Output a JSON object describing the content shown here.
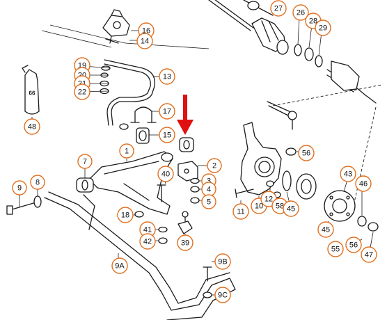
{
  "accent_color": "#e07020",
  "arrow_color": "#e01010",
  "bottle_label": "66",
  "callouts": [
    {
      "id": "16",
      "label": "16"
    },
    {
      "id": "14",
      "label": "14"
    },
    {
      "id": "27",
      "label": "27"
    },
    {
      "id": "26",
      "label": "26"
    },
    {
      "id": "28",
      "label": "28"
    },
    {
      "id": "29",
      "label": "29"
    },
    {
      "id": "19",
      "label": "19"
    },
    {
      "id": "20",
      "label": "20"
    },
    {
      "id": "21",
      "label": "21"
    },
    {
      "id": "22",
      "label": "22"
    },
    {
      "id": "13",
      "label": "13"
    },
    {
      "id": "17",
      "label": "17"
    },
    {
      "id": "15",
      "label": "15"
    },
    {
      "id": "48",
      "label": "48"
    },
    {
      "id": "1",
      "label": "1"
    },
    {
      "id": "7",
      "label": "7"
    },
    {
      "id": "2",
      "label": "2"
    },
    {
      "id": "3",
      "label": "3"
    },
    {
      "id": "4",
      "label": "4"
    },
    {
      "id": "5",
      "label": "5"
    },
    {
      "id": "40",
      "label": "40"
    },
    {
      "id": "9",
      "label": "9"
    },
    {
      "id": "8",
      "label": "8"
    },
    {
      "id": "18",
      "label": "18"
    },
    {
      "id": "41",
      "label": "41"
    },
    {
      "id": "42",
      "label": "42"
    },
    {
      "id": "39",
      "label": "39"
    },
    {
      "id": "9A",
      "label": "9A"
    },
    {
      "id": "9B",
      "label": "9B"
    },
    {
      "id": "9C",
      "label": "9C"
    },
    {
      "id": "56a",
      "label": "56"
    },
    {
      "id": "11",
      "label": "11"
    },
    {
      "id": "10",
      "label": "10"
    },
    {
      "id": "12",
      "label": "12"
    },
    {
      "id": "58",
      "label": "58"
    },
    {
      "id": "45a",
      "label": "45"
    },
    {
      "id": "43",
      "label": "43"
    },
    {
      "id": "46",
      "label": "46"
    },
    {
      "id": "45b",
      "label": "45"
    },
    {
      "id": "55",
      "label": "55"
    },
    {
      "id": "56b",
      "label": "56"
    },
    {
      "id": "47",
      "label": "47"
    }
  ]
}
